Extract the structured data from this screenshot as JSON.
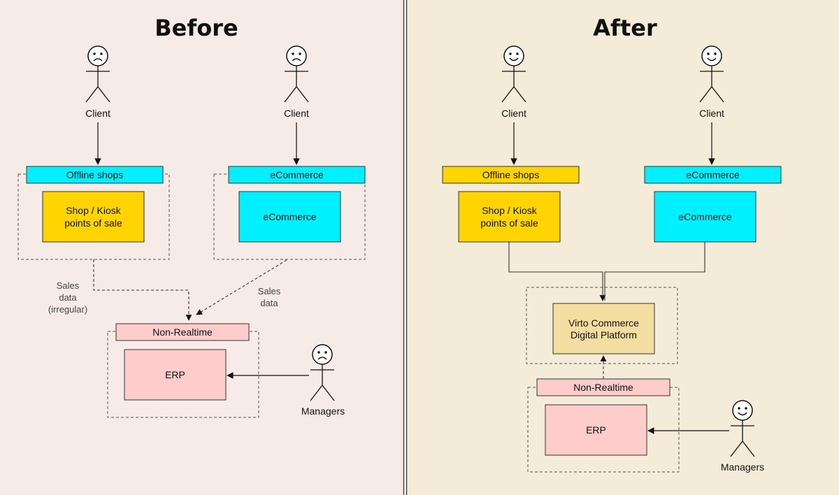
{
  "before": {
    "title": "Before",
    "client_left": "Client",
    "client_right": "Client",
    "offline_header": "Offline shops",
    "shop_line1": "Shop / Kiosk",
    "shop_line2": "points of sale",
    "ecom_header": "eCommerce",
    "ecom_box": "eCommerce",
    "sales_left_1": "Sales",
    "sales_left_2": "data",
    "sales_left_3": "(irregular)",
    "sales_right_1": "Sales",
    "sales_right_2": "data",
    "nonrealtime_header": "Non-Realtime",
    "erp": "ERP",
    "managers": "Managers"
  },
  "after": {
    "title": "After",
    "client_left": "Client",
    "client_right": "Client",
    "offline_header": "Offline shops",
    "shop_line1": "Shop / Kiosk",
    "shop_line2": "points of sale",
    "ecom_header": "eCommerce",
    "ecom_box": "eCommerce",
    "virto_line1": "Virto Commerce",
    "virto_line2": "Digital Platform",
    "nonrealtime_header": "Non-Realtime",
    "erp": "ERP",
    "managers": "Managers"
  },
  "colors": {
    "before_bg": "#f7ebe7",
    "after_bg": "#f4ecd9",
    "yellow": "#ffd400",
    "cyan": "#00f0ff",
    "pink": "#ffcccc",
    "tan": "#f3dda0"
  }
}
